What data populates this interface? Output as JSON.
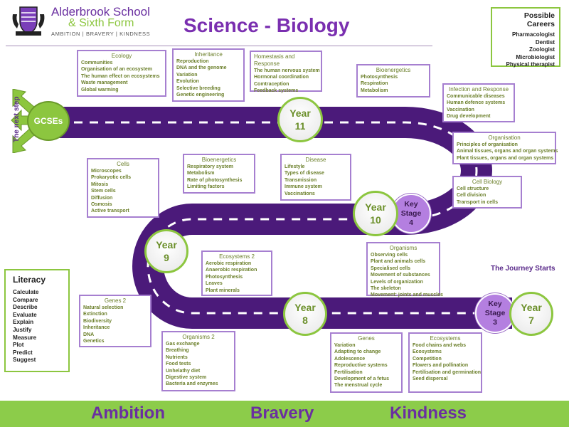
{
  "header": {
    "school_name": "Alderbrook School",
    "school_sub": "& Sixth Form",
    "school_motto": "AMBITION | BRAVERY | KINDNESS",
    "title": "Science - Biology"
  },
  "careers": {
    "title": "Possible Careers",
    "items": [
      "Pharmacologist",
      "Dentist",
      "Zoologist",
      "Microbiologist",
      "Physical therapist"
    ]
  },
  "literacy": {
    "title": "Literacy",
    "items": [
      "Calculate",
      "Compare",
      "Describe",
      "Evaluate",
      "Explain",
      "Justify",
      "Measure",
      "Plot",
      "Predict",
      "Suggest"
    ]
  },
  "topics": {
    "ecology": {
      "title": "Ecology",
      "items": [
        "Communities",
        "Organisation of an ecosystem",
        "The human effect on ecosystems",
        "Waste management",
        "Global warming"
      ]
    },
    "inheritance": {
      "title": "Inheritance",
      "items": [
        "Reproduction",
        "DNA and the genome",
        "Variation",
        "Evolution",
        "Selective breeding",
        "Genetic engineering"
      ]
    },
    "homeostasis": {
      "title": "Homestasis and Response",
      "items": [
        "The human nervous system",
        "Hormonal coordination",
        "Comtraception",
        "Feedback systems"
      ]
    },
    "bioenergetics_y11": {
      "title": "Bioenergetics",
      "items": [
        "Photosynthesis",
        "Respiration",
        "Metabolism"
      ]
    },
    "infection": {
      "title": "Infection and Response",
      "items": [
        "Communicable diseases",
        "Human defence systems",
        "Vaccination",
        "Drug development"
      ]
    },
    "organisation": {
      "title": "Organisation",
      "items": [
        "Principles of organisation",
        "Animal tissues, organs and organ systems",
        "Plant tissues, organs and organ systems"
      ]
    },
    "cell_biology": {
      "title": "Cell Biology",
      "items": [
        "Cell structure",
        "Cell division",
        "Transport in cells"
      ]
    },
    "cells": {
      "title": "Cells",
      "items": [
        "Microscopes",
        "Prokaryotic cells",
        "Mitosis",
        "Stem cells",
        "Diffusion",
        "Osmosis",
        "Active transport"
      ]
    },
    "bioenergetics_y9": {
      "title": "Bioenergetics",
      "items": [
        "Respiratory system",
        "Metabolism",
        "Rate of photosynthesis",
        "Limiting factors"
      ]
    },
    "disease": {
      "title": "Disease",
      "items": [
        "Lifestyle",
        "Types of disease",
        "Transmission",
        "Immune system",
        "Vaccinations"
      ]
    },
    "organisms": {
      "title": "Organisms",
      "items": [
        "Observing cells",
        "Plant and animals cells",
        "Specialised cells",
        "Movement of substances",
        "Levels of organization",
        "The skeleton",
        "Movement: joints and muscles"
      ]
    },
    "ecosystems2": {
      "title": "Ecosystems 2",
      "items": [
        "Aerobic respiration",
        "Anaerobic respiration",
        "Photosynthesis",
        "Leaves",
        "Plant minerals"
      ]
    },
    "genes2": {
      "title": "Genes 2",
      "items": [
        "Natural selection",
        "Extinction",
        "Biodiversity",
        "Inheritance",
        "DNA",
        "Genetics"
      ]
    },
    "organisms2": {
      "title": "Organisms 2",
      "items": [
        "Gas exchange",
        "Breathing",
        "Nutrients",
        "Food tests",
        "Unhelathy diet",
        "Digestive system",
        "Bacteria and enzymes"
      ]
    },
    "genes": {
      "title": "Genes",
      "items": [
        "Variation",
        "Adapting to change",
        "Adolescence",
        "Reproductive systems",
        "Fertilisation",
        "Development of a fetus",
        "The menstrual cycle"
      ]
    },
    "ecosystems": {
      "title": "Ecosystems",
      "items": [
        "Food chains and webs",
        "Ecosystems",
        "Competition",
        "Flowers and pollination",
        "Fertilisation and germination",
        "Seed dispersal"
      ]
    }
  },
  "milestones": {
    "gcse": "GCSEs",
    "year11": {
      "label": "Year",
      "num": "11"
    },
    "year10": {
      "label": "Year",
      "num": "10"
    },
    "year9": {
      "label": "Year",
      "num": "9"
    },
    "year8": {
      "label": "Year",
      "num": "8"
    },
    "year7": {
      "label": "Year",
      "num": "7"
    },
    "ks4": {
      "l1": "Key",
      "l2": "Stage",
      "l3": "4"
    },
    "ks3": {
      "l1": "Key",
      "l2": "Stage",
      "l3": "3"
    }
  },
  "next_step_label": "The next step",
  "journey_label": "The Journey Starts",
  "footer": {
    "values": [
      "Ambition",
      "Bravery",
      "Kindness"
    ]
  },
  "colors": {
    "purple": "#4b1a7a",
    "green": "#8cc63f",
    "topic_border": "#a67fd0",
    "topic_text": "#6b7f2a"
  }
}
